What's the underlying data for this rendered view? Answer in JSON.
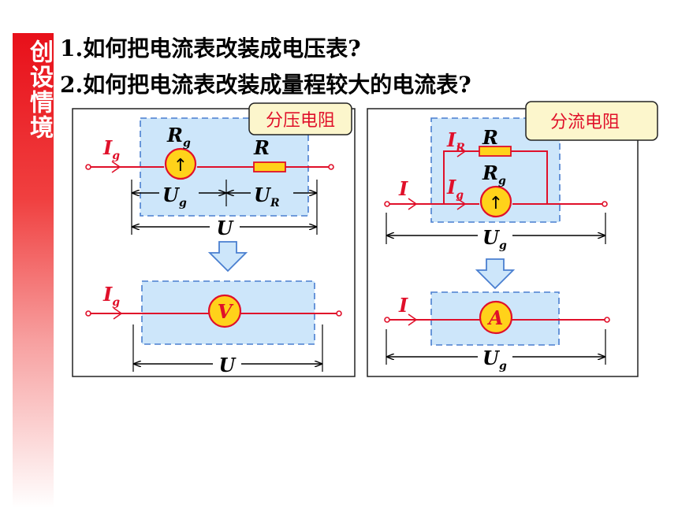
{
  "sidebar": {
    "title": "创设情境",
    "color": "#e8101a"
  },
  "questions": [
    "1.如何把电流表改装成电压表?",
    "2.如何把电流表改装成量程较大的电流表?"
  ],
  "left_panel": {
    "tag": "分压电阻",
    "top": {
      "current": "I",
      "current_sub": "g",
      "meter_name": "R",
      "meter_sub": "g",
      "meter_symbol": "↑",
      "resistor": "R",
      "u_g": "U",
      "u_g_sub": "g",
      "u_r": "U",
      "u_r_sub": "R",
      "u_total": "U"
    },
    "bottom": {
      "current": "I",
      "current_sub": "g",
      "meter_symbol": "V",
      "u_total": "U"
    }
  },
  "right_panel": {
    "tag": "分流电阻",
    "top": {
      "shunt_current": "I",
      "shunt_current_sub": "R",
      "resistor": "R",
      "meter_current": "I",
      "meter_current_sub": "g",
      "meter_name": "R",
      "meter_sub": "g",
      "meter_symbol": "↑",
      "current": "I",
      "u": "U",
      "u_sub": "g"
    },
    "bottom": {
      "current": "I",
      "meter_symbol": "A",
      "u": "U",
      "u_sub": "g"
    }
  },
  "colors": {
    "wire": "#e0102a",
    "label_red": "#e0102a",
    "meter_fill": "#ffd21a",
    "box_fill": "#cde6fa",
    "box_dash": "#4a7fd0",
    "tag_fill": "#fcf6cc"
  }
}
